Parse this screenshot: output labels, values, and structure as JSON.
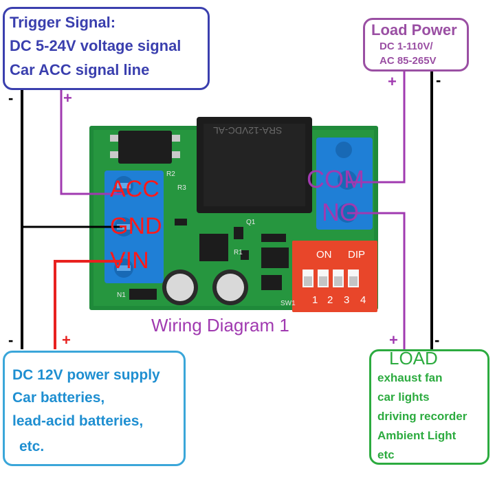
{
  "trigger": {
    "title": "Trigger Signal:",
    "line1": "DC 5-24V voltage signal",
    "line2": "Car ACC signal line"
  },
  "load_power": {
    "title": "Load Power",
    "line1": "DC 1-110V/",
    "line2": "AC 85-265V"
  },
  "power_supply": {
    "line1": "DC 12V power supply",
    "line2": "Car batteries,",
    "line3": "lead-acid batteries,",
    "line4": "etc."
  },
  "load": {
    "title": "LOAD",
    "items": [
      "exhaust fan",
      "car lights",
      "driving recorder",
      "Ambient Light",
      "etc"
    ]
  },
  "board": {
    "terminals_left": [
      "ACC",
      "GND",
      "VIN"
    ],
    "terminals_right": [
      "COM",
      "NO"
    ],
    "relay_text": "SRA-12VDC-AL",
    "dip_on": "ON",
    "dip_label": "DIP",
    "dip_numbers": [
      "1",
      "2",
      "3",
      "4"
    ],
    "silk_labels": [
      "R2",
      "R3",
      "R1",
      "Q1",
      "N1",
      "SW1"
    ]
  },
  "caption": "Wiring Diagram 1",
  "polarity": {
    "plus": "+",
    "minus": "-"
  },
  "colors": {
    "trigger_border": "#3a3fae",
    "loadpower_border": "#9a4fa3",
    "supply_border": "#3aa6d9",
    "load_border": "#2cab3f",
    "red_label": "#ff1a1a",
    "purple_label": "#a03ab0",
    "pcb": "#1f8a3a",
    "terminal": "#1f7fd6",
    "dip": "#e8462a"
  }
}
